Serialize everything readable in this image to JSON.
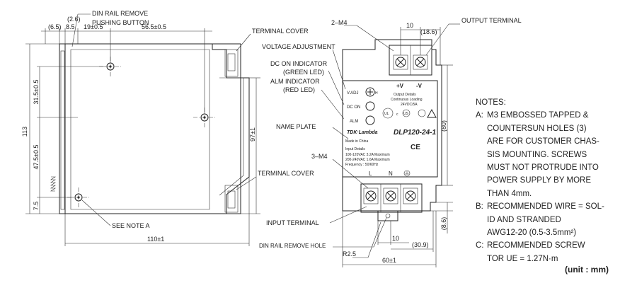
{
  "left_view": {
    "dims": {
      "d6_5": "(6.5)",
      "d2_6": "(2.6)",
      "d8_5": "8.5",
      "d19": "19±0.5",
      "d56_5": "56.5±0.5",
      "d31_5": "31.5±0.5",
      "d47_5": "47.5±0.5",
      "d7_5": "7.5",
      "d113": "113",
      "d97": "97±1",
      "d110": "110±1"
    },
    "labels": {
      "din_remove_1": "DIN RAIL REMOVE",
      "din_remove_2": "PUSHING BUTTON",
      "terminal_cover_top": "TERMINAL COVER",
      "terminal_cover_bottom": "TERMINAL COVER",
      "see_note": "SEE NOTE A"
    }
  },
  "center_labels": {
    "voltage_adjustment": "VOLTAGE ADJUSTMENT",
    "dc_on_1": "DC ON INDICATOR",
    "dc_on_2": "(GREEN LED)",
    "alm_1": "ALM INDICATOR",
    "alm_2": "(RED LED)",
    "name_plate": "NAME PLATE",
    "m4_top": "2–M4",
    "m4_bottom": "3–M4",
    "input_terminal": "INPUT TERMINAL",
    "din_remove_hole": "DIN RAIL REMOVE HOLE",
    "output_terminal": "OUTPUT TERMINAL"
  },
  "front_view": {
    "dims": {
      "d10_top": "10",
      "d18_6": "(18.6)",
      "d80": "(80)",
      "d8_6": "(8.6)",
      "d10_bottom": "10",
      "d30_9": "(30.9)",
      "d60": "60±1",
      "r2_5": "R2.5"
    },
    "panel": {
      "v_adj": "V.ADJ",
      "dc_on": "DC ON",
      "alm": "ALM",
      "plus_v": "+V",
      "minus_v": "-V",
      "output_details": "Output Details",
      "continuous_loading": "Continuous Loading",
      "rating": "24VDC/5A",
      "brand": "TDK·Lambda",
      "model": "DLP120-24-1",
      "made_in": "Made in China",
      "input_details": "Input Details",
      "input_line1": "100-120VAC 3.2A Maximum",
      "input_line2": "200-240VAC 1.6A Maximum",
      "input_line3": "Frequency : 50/60Hz",
      "ce": "CE",
      "term_l": "L",
      "term_n": "N"
    }
  },
  "notes": {
    "title": "NOTES:",
    "items": [
      {
        "key": "A:",
        "lines": [
          "M3 EMBOSSED TAPPED &",
          "COUNTERSUN   HOLES (3)",
          "ARE FOR CUSTOMER CHAS-",
          "SIS MOUNTING. SCREWS",
          "MUST NOT PROTRUDE INTO",
          "POWER SUPPLY BY MORE",
          "THAN 4mm."
        ]
      },
      {
        "key": "B:",
        "lines": [
          "RECOMMENDED WIRE = SOL-",
          "ID AND STRANDED",
          "AWG12-20 (0.5-3.5mm²)"
        ]
      },
      {
        "key": "C:",
        "lines": [
          "RECOMMENDED SCREW",
          "TOR   UE = 1.27N·m"
        ]
      }
    ],
    "unit": "(unit : mm)"
  }
}
